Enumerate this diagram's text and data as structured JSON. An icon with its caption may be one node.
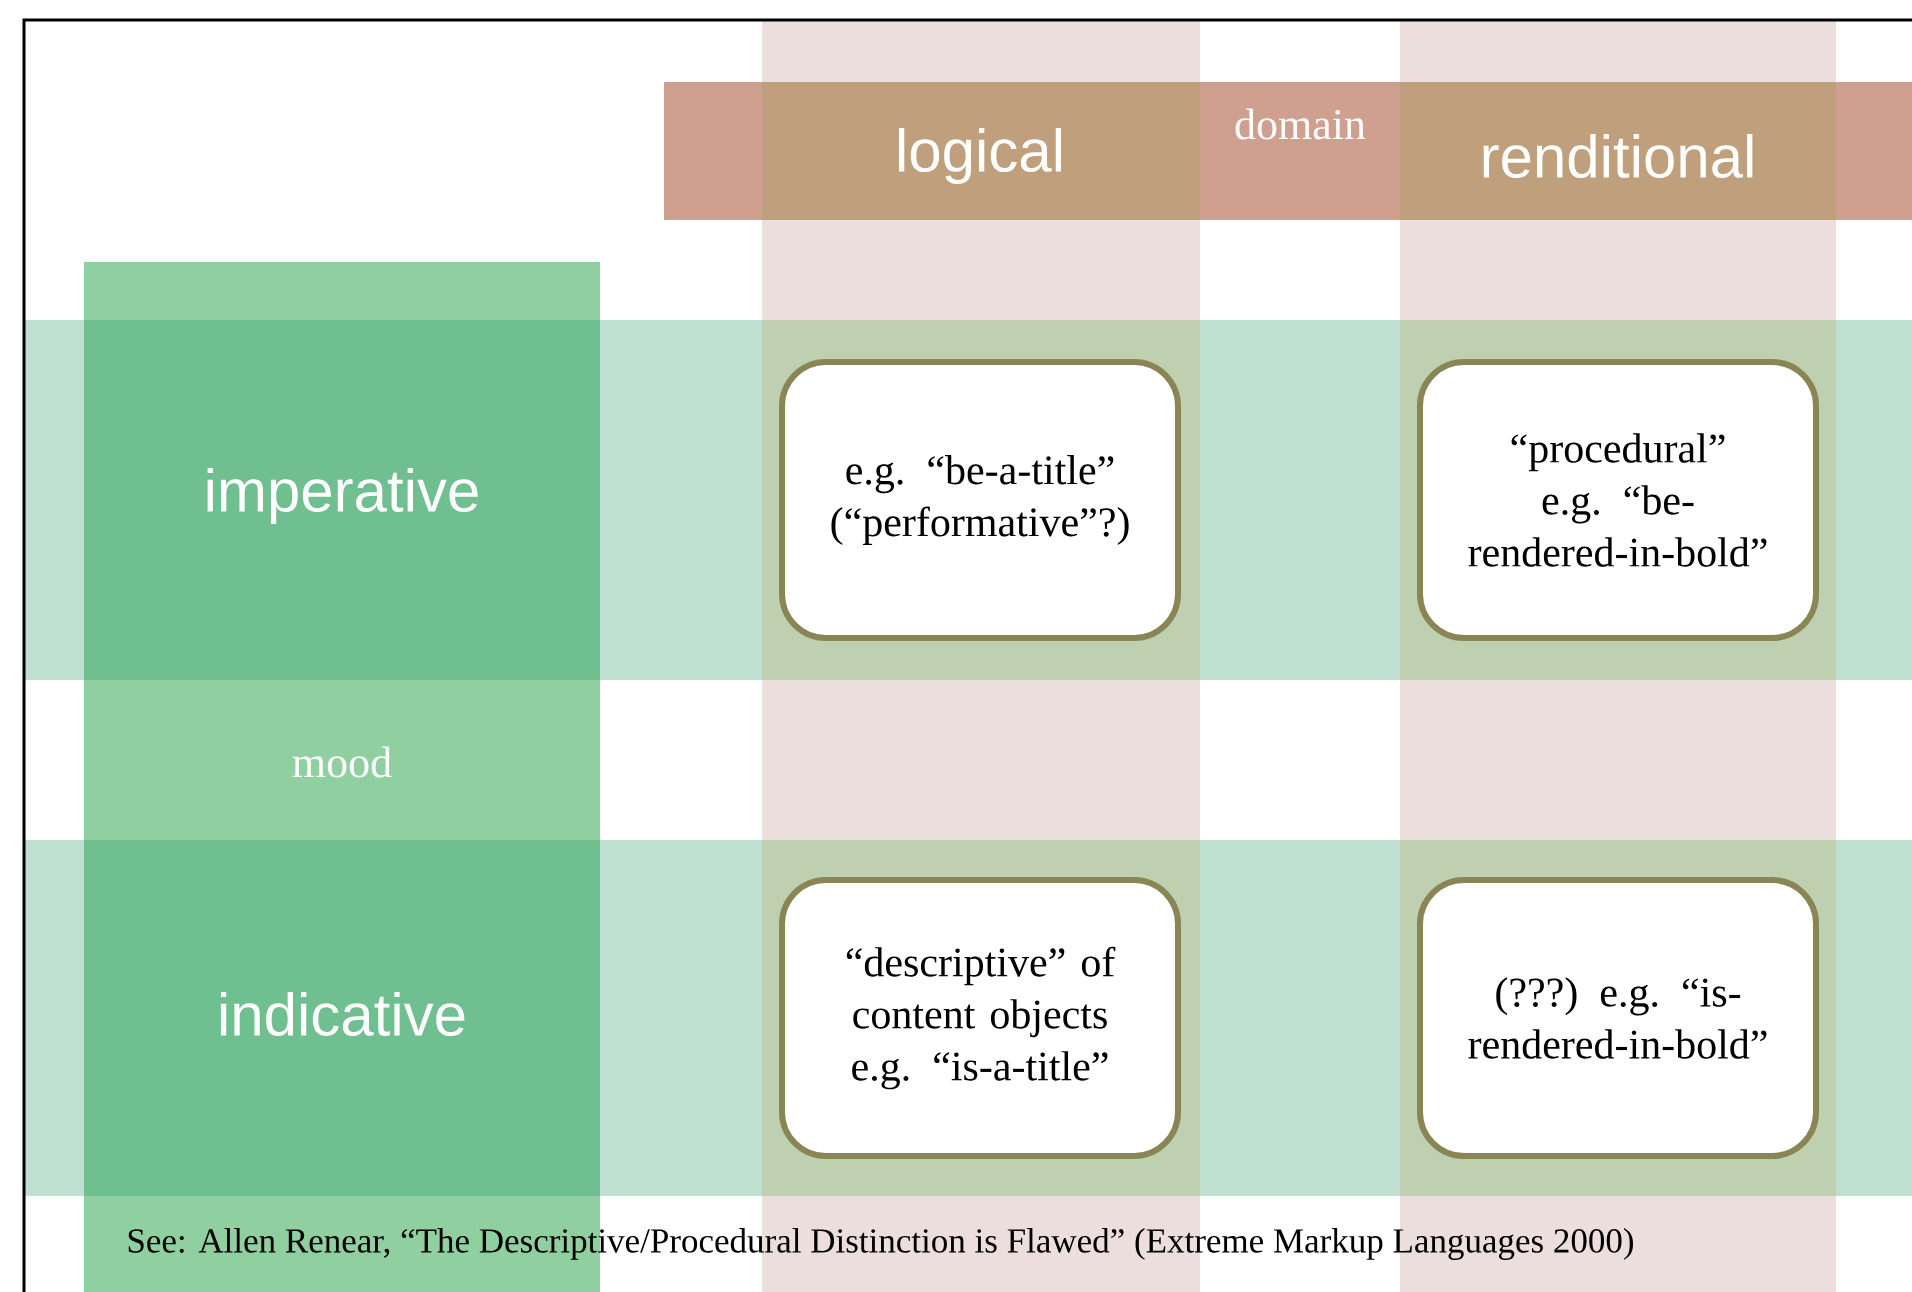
{
  "diagram": {
    "caption": "See: Allen Renear, “The Descriptive/Procedural Distinction is Flawed” (Extreme Markup Languages 2000)",
    "nodes": [
      {
        "text": [
          "logical"
        ]
      },
      {
        "text": [
          "domain"
        ]
      },
      {
        "text": [
          "renditional"
        ]
      },
      {
        "text": [
          "imperative"
        ]
      },
      {
        "text": [
          "e.g. “be-a-title” (“performative”?)"
        ]
      },
      {
        "text": [
          "“procedural” e.g. “be-rendered-in-bold”"
        ]
      },
      {
        "text": [
          "mood"
        ]
      },
      {
        "text": [
          "indicative"
        ]
      },
      {
        "text": [
          "“descriptive” of content objects e.g. “is-a-title”"
        ]
      },
      {
        "text": [
          "(???) e.g. “is-rendered-in-bold”"
        ]
      }
    ]
  }
}
